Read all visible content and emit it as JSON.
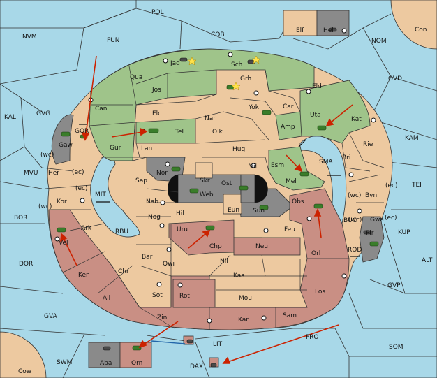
{
  "map": {
    "colors": {
      "sea": "#a8d8e8",
      "neutral_land": "#edc9a0",
      "green_power": "#9fc48a",
      "red_power": "#c98f84",
      "grey_power": "#8a8a8a",
      "order_arrow": "#cc2200",
      "convoy_line": "#2266aa"
    },
    "sea_labels": [
      "POL",
      "NVM",
      "FUN",
      "COB",
      "NOM",
      "OVD",
      "Con",
      "KAL",
      "GVG",
      "GOR",
      "KAM",
      "MVU",
      "SMA",
      "TEI",
      "MIT",
      "BOR",
      "RBU",
      "BUC",
      "KUP",
      "ALT",
      "DOR",
      "ROD",
      "GVP",
      "GVA",
      "FRO",
      "SOM",
      "SWM",
      "LIT",
      "DAX",
      "Cow",
      "(wc)",
      "(ec)",
      "(wc)",
      "(ec)",
      "(wc)",
      "(wc)",
      "(ec)",
      "(ec)"
    ],
    "land_labels": [
      "Elf",
      "Hel",
      "Jad",
      "Sch",
      "Qua",
      "Grh",
      "Jos",
      "Eld",
      "Can",
      "Yok",
      "Car",
      "Elc",
      "Nar",
      "Uta",
      "Kat",
      "Amp",
      "Tel",
      "Olk",
      "Gaw",
      "Gur",
      "Lan",
      "Hug",
      "Rie",
      "Bri",
      "Nor",
      "Esm",
      "Skr",
      "Ost",
      "Vil",
      "Her",
      "Sap",
      "Web",
      "Mel",
      "Byn",
      "Kor",
      "Nab",
      "Eun",
      "Sun",
      "Obs",
      "Hil",
      "Gwa",
      "Nog",
      "Ark",
      "Uru",
      "Feu",
      "Pir",
      "Vel",
      "Chp",
      "Neu",
      "Orl",
      "Bar",
      "Qwi",
      "Nil",
      "Ken",
      "Chr",
      "Kaa",
      "Los",
      "Sot",
      "Rot",
      "Ail",
      "Mou",
      "Zin",
      "Kar",
      "Sam",
      "Aba",
      "Orn"
    ]
  }
}
